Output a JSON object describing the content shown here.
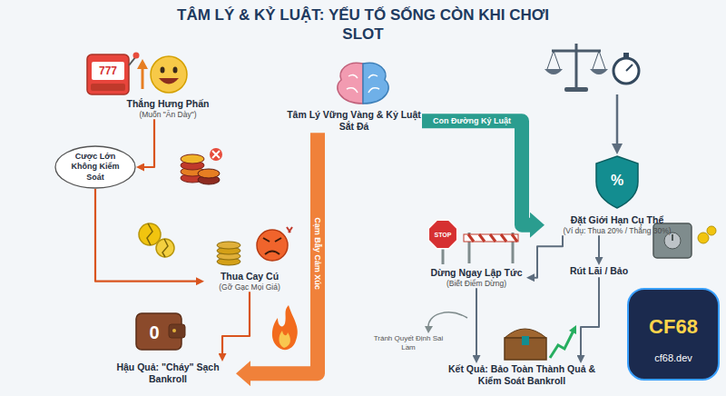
{
  "diagram": {
    "title": "TÂM LÝ & KỶ LUẬT: YẾU TỐ SỐNG CÒN KHI CHƠI SLOT",
    "nodes": [
      {
        "text": [
          "Thắng Hưng Phấn",
          "(Muốn \"Ăn Dày\")"
        ]
      },
      {
        "text": [
          "Cược Lớn Không Kiểm Soát"
        ]
      },
      {
        "text": [
          "Thua Cay Cú",
          "(Gỡ Gạc Mọi Giá)"
        ]
      },
      {
        "text": [
          "Hậu Quả: \"Cháy\" Sạch Bankroll"
        ]
      },
      {
        "text": [
          "Tâm Lý Vững Vàng & Kỷ Luật Sắt Đá"
        ]
      },
      {
        "text": [
          "Đặt Giới Hạn Cụ Thể",
          "(Ví dụ: Thua 20% / Thắng 30%)"
        ]
      },
      {
        "text": [
          "Dừng Ngay Lập Tức",
          "(Biết Điểm Dừng)"
        ]
      },
      {
        "text": [
          "Rút Lãi / Bảo"
        ]
      },
      {
        "text": [
          "Kết Quả: Bảo Toàn Thành Quả & Kiểm Soát Bankroll"
        ]
      }
    ],
    "edges": [
      {
        "from": 0,
        "to": 1,
        "arrow": "to"
      },
      {
        "from": 1,
        "to": 2,
        "arrow": "to"
      },
      {
        "from": 2,
        "to": 3,
        "arrow": "to"
      },
      {
        "from": 4,
        "to": 3,
        "label": "Cạm Bẫy Cảm Xúc",
        "arrow": "to"
      },
      {
        "from": 4,
        "to": 5,
        "label": "Con Đường Kỷ Luật",
        "arrow": "to"
      },
      {
        "from": 5,
        "to": 6,
        "arrow": "to"
      },
      {
        "from": 5,
        "to": 7,
        "arrow": "to"
      },
      {
        "from": 6,
        "to": 8,
        "arrow": "to"
      },
      {
        "from": 7,
        "to": 8,
        "arrow": "to"
      }
    ],
    "labels": [
      "777",
      "0",
      "STOP",
      "%",
      "Tránh Quyết Định Sai Lầm",
      "CF68",
      "cf68.dev"
    ]
  }
}
